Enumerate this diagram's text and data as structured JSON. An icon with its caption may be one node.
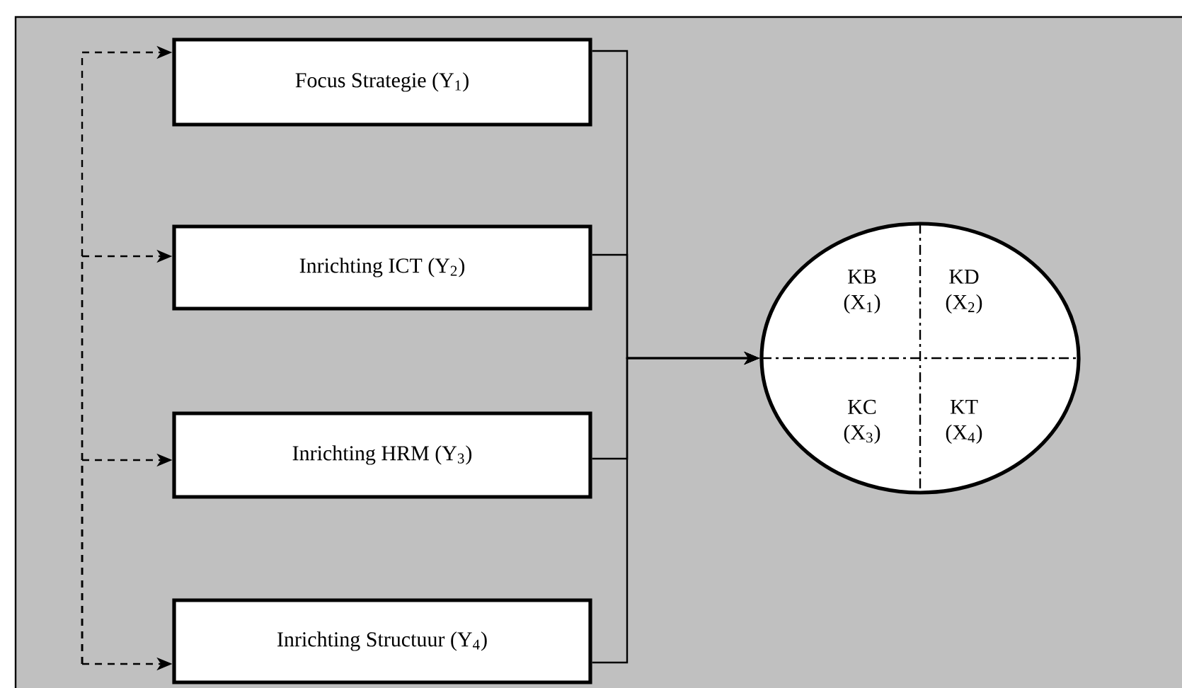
{
  "diagram": {
    "nodes": [
      {
        "text": [
          "Focus Strategie (Y$_{1}$)"
        ]
      },
      {
        "text": [
          "Inrichting ICT (Y$_{2}$)"
        ]
      },
      {
        "text": [
          "Inrichting HRM (Y$_{3}$)"
        ]
      },
      {
        "text": [
          "Inrichting Structuur (Y$_{4}$)"
        ]
      },
      {
        "text": [
          "KB (X$_{1}$)",
          "KD (X$_{2}$)",
          "KC (X$_{3}$)",
          "KT (X$_{4}$)"
        ]
      }
    ],
    "edges": [
      {
        "from": 0,
        "to": 4,
        "arrow": "to"
      },
      {
        "from": 1,
        "to": 4,
        "arrow": "to"
      },
      {
        "from": 2,
        "to": 4,
        "arrow": "to"
      },
      {
        "from": 3,
        "to": 4,
        "arrow": "to"
      },
      {
        "from": null,
        "to": 0,
        "arrow": "to",
        "style": "dashed"
      },
      {
        "from": null,
        "to": 1,
        "arrow": "to",
        "style": "dashed"
      },
      {
        "from": null,
        "to": 2,
        "arrow": "to",
        "style": "dashed"
      },
      {
        "from": null,
        "to": 3,
        "arrow": "to",
        "style": "dashed"
      }
    ]
  }
}
